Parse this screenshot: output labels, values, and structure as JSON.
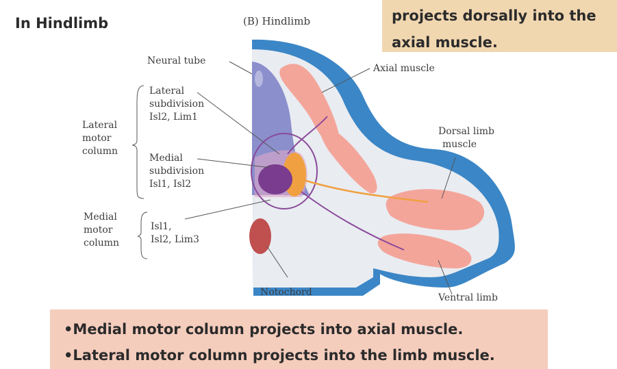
{
  "title": "In Hindlimb",
  "callout_top": [
    "projects dorsally into the",
    "axial muscle."
  ],
  "figure": {
    "panel_label": "(B)  Hindlimb",
    "labels": {
      "neural_tube": "Neural tube",
      "axial_muscle": "Axial muscle",
      "lateral_subdivision": [
        "Lateral",
        "subdivision",
        "Isl2, Lim1"
      ],
      "lateral_motor_column": [
        "Lateral",
        "motor",
        "column"
      ],
      "medial_subdivision": [
        "Medial",
        "subdivision",
        "Isl1, Isl2"
      ],
      "dorsal_limb_muscle": [
        "Dorsal limb",
        "muscle"
      ],
      "medial_motor_column": [
        "Medial",
        "motor",
        "column"
      ],
      "medial_motor_genes": [
        "Isl1,",
        "Isl2, Lim3"
      ],
      "notochord": "Notochord",
      "ventral_limb": "Ventral limb"
    }
  },
  "summary": [
    "•Medial motor column projects into axial muscle.",
    "•Lateral motor column projects into the limb muscle."
  ],
  "colors": {
    "ectoderm_blue": "#3b86c6",
    "tissue_bg": "#e9ecf1",
    "neural_tube": "#8b8fcc",
    "muscle": "#f4a59a",
    "lateral_axon": "#f0a040",
    "medial_axon": "#8a4a9a",
    "notochord": "#c05050"
  }
}
